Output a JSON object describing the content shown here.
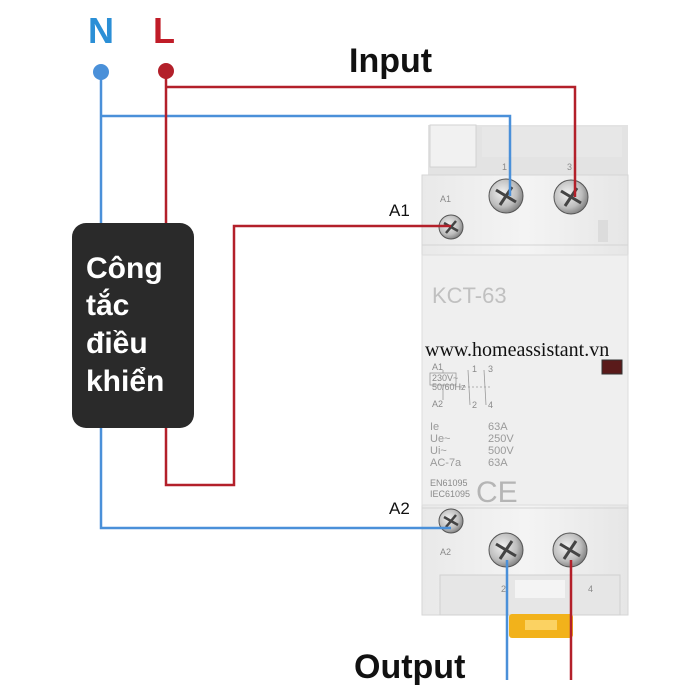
{
  "labels": {
    "neutral": "N",
    "line": "L",
    "input": "Input",
    "output": "Output",
    "a1": "A1",
    "a2": "A2"
  },
  "switch_box": {
    "lines": [
      "Công",
      "tắc",
      "điều",
      "khiển"
    ]
  },
  "contactor": {
    "model": "KCT-63",
    "watermark": "www.homeassistant.vn",
    "terminal_top_1": "1",
    "terminal_top_3": "3",
    "terminal_a1": "A1",
    "terminal_a2": "A2",
    "terminal_bottom_2": "2",
    "terminal_bottom_4": "4",
    "schematic": {
      "a1": "A1",
      "a2": "A2",
      "voltage": "230V~",
      "freq": "50/60Hz",
      "n1": "1",
      "n3": "3",
      "n2": "2",
      "n4": "4"
    },
    "specs": [
      {
        "name": "Ie",
        "value": "63A"
      },
      {
        "name": "Ue~",
        "value": "250V"
      },
      {
        "name": "Ui~",
        "value": "500V"
      },
      {
        "name": "AC-7a",
        "value": "63A"
      }
    ],
    "standards": [
      "EN61095",
      "IEC61095"
    ],
    "ce_mark": "CE"
  },
  "colors": {
    "neutral_wire": "#4a90d9",
    "line_wire": "#b3202a",
    "neutral_label": "#2b8fd6",
    "line_label": "#c01c28",
    "switch_box": "#2a2a2a"
  }
}
